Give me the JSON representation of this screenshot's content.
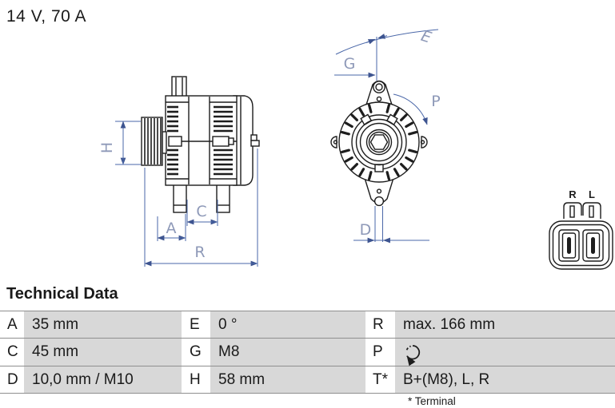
{
  "header": {
    "title": "14 V, 70 A"
  },
  "side_view": {
    "description": "alternator side elevation with pulley",
    "dims": {
      "h": "H",
      "a": "A",
      "c": "C",
      "r": "R"
    }
  },
  "front_view": {
    "description": "alternator pulley-end elevation",
    "dims": {
      "e": "E",
      "g": "G",
      "p": "P",
      "d": "D"
    }
  },
  "connector": {
    "description": "2-pole plug connector detail",
    "terminal_r": "R",
    "terminal_l": "L"
  },
  "technical_data": {
    "heading": "Technical Data",
    "rows": [
      [
        {
          "label": "A",
          "value": "35 mm"
        },
        {
          "label": "E",
          "value": "0 °"
        },
        {
          "label": "R",
          "value": "max. 166 mm"
        }
      ],
      [
        {
          "label": "C",
          "value": "45 mm"
        },
        {
          "label": "G",
          "value": "M8"
        },
        {
          "label": "P",
          "value": "",
          "icon": "rotation-clockwise-icon"
        }
      ],
      [
        {
          "label": "D",
          "value": "10,0 mm / M10"
        },
        {
          "label": "H",
          "value": "58 mm"
        },
        {
          "label": "T*",
          "value": "B+(M8), L, R"
        }
      ]
    ],
    "footnote": "* Terminal"
  },
  "colors": {
    "dimension_line": "#4a67a8",
    "dimension_label": "#8e99b8",
    "drawing_ink": "#1d1d1d",
    "table_value_bg": "#d8d8d8",
    "table_line": "#8f8f8f"
  }
}
